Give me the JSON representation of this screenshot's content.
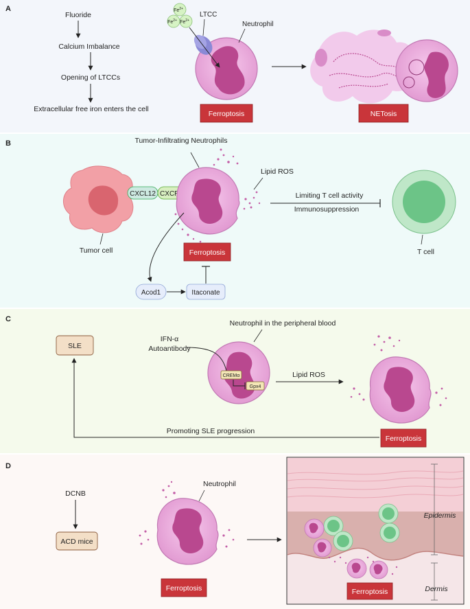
{
  "panelA": {
    "letter": "A",
    "flow": [
      "Fluoride",
      "Calcium Imbalance",
      "Opening of LTCCs",
      "Extracellular free iron enters the cell"
    ],
    "ion_label": "Fe",
    "ion_charge": "2+",
    "ltcc": "LTCC",
    "neutrophil": "Neutrophil",
    "ferroptosis": "Ferroptosis",
    "netosis": "NETosis"
  },
  "panelB": {
    "letter": "B",
    "tin": "Tumor-Infiltrating Neutrophils",
    "cxcl12": "CXCL12",
    "cxcr4": "CXCR4",
    "lipid_ros": "Lipid ROS",
    "limiting": "Limiting T cell activity",
    "immuno": "Immunosuppression",
    "tumor_cell": "Tumor cell",
    "t_cell": "T cell",
    "ferroptosis": "Ferroptosis",
    "acod1": "Acod1",
    "itaconate": "Itaconate"
  },
  "panelC": {
    "letter": "C",
    "sle": "SLE",
    "npb": "Neutrophil in the peripheral blood",
    "ifn": "IFN-α",
    "auto": "Autoantibody",
    "crem": "CREMα",
    "gpx4": "Gpx4",
    "lipid_ros": "Lipid ROS",
    "promoting": "Promoting SLE progression",
    "ferroptosis": "Ferroptosis"
  },
  "panelD": {
    "letter": "D",
    "dcnb": "DCNB",
    "acd": "ACD mice",
    "neutrophil": "Neutrophil",
    "ferroptosis": "Ferroptosis",
    "epidermis": "Epidermis",
    "dermis": "Dermis",
    "ferroptosis2": "Ferroptosis"
  },
  "colors": {
    "bgA": "#f3f6fb",
    "bgB": "#effaf9",
    "bgC": "#f5faec",
    "bgD": "#fdf8f6",
    "ferroptosis": "#c9353a",
    "cell": "#e8a6d8",
    "nucleus": "#b9488f",
    "tcell": "#8fd1a0"
  }
}
